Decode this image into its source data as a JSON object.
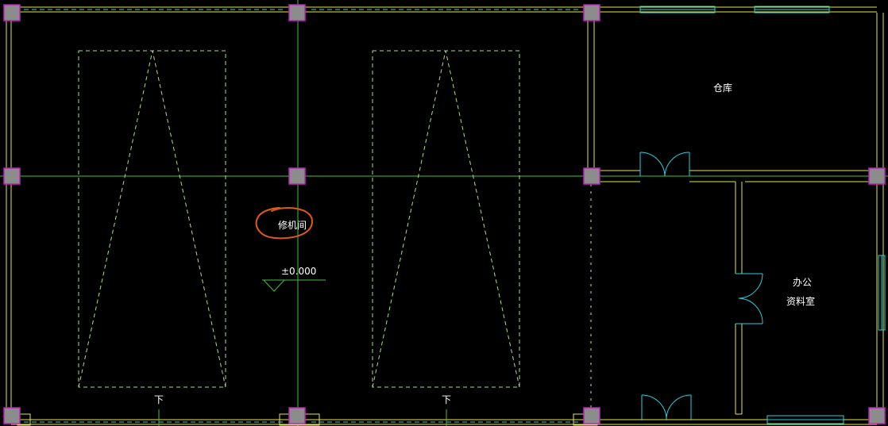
{
  "drawing": {
    "rooms": {
      "repair_room": "修机间",
      "warehouse": "仓库",
      "office_line1": "办公",
      "office_line2": "资料室"
    },
    "elevation_mark": "±0.000",
    "down_marks": [
      "下",
      "下"
    ],
    "annotation": "red hand-drawn circle around room label"
  },
  "colors": {
    "background": "#000000",
    "wall": "#e6e64a",
    "axis": "#3fbf3f",
    "pit_dashed": "#a8e07a",
    "column_fill": "#8c8c8c",
    "column_border": "#c020c0",
    "window": "#29d0e0",
    "door": "#29d0e0",
    "text": "#ffffff",
    "markup": "#e05a1a"
  }
}
